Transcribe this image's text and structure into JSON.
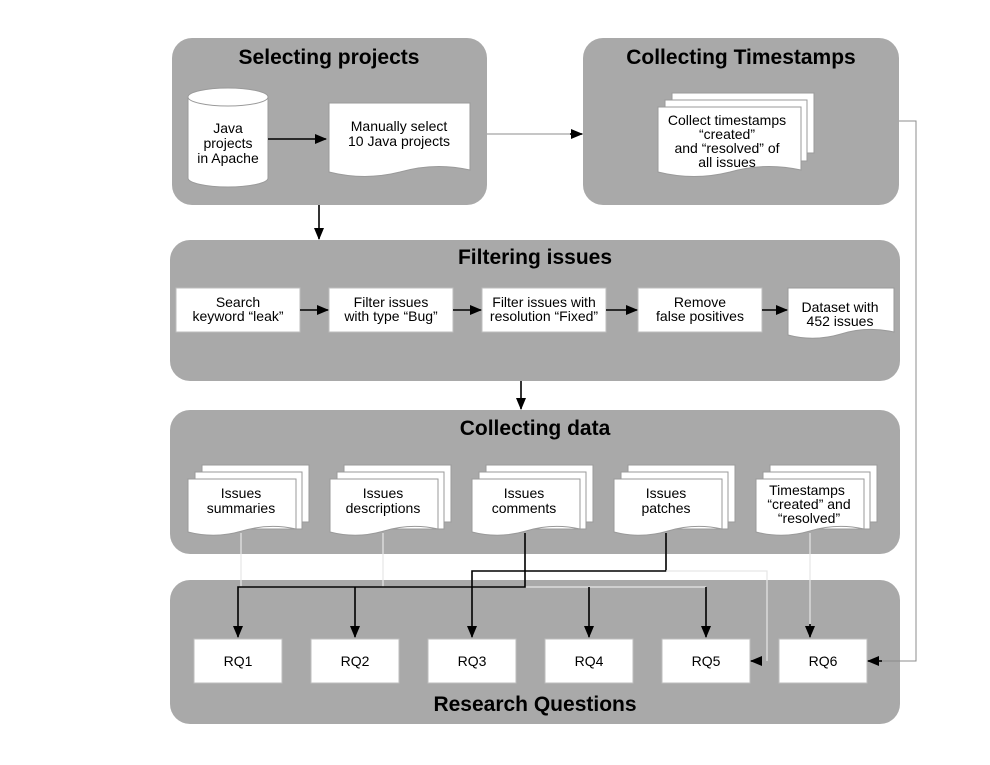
{
  "panels": {
    "selecting": {
      "title": "Selecting projects",
      "cylinder": [
        "Java",
        "projects",
        "in Apache"
      ],
      "manual": [
        "Manually select",
        "10 Java projects"
      ]
    },
    "timestamps": {
      "title": "Collecting Timestamps",
      "doc": [
        "Collect timestamps",
        "“created”",
        "and “resolved” of",
        "all issues"
      ]
    },
    "filtering": {
      "title": "Filtering issues",
      "steps": [
        [
          "Search",
          "keyword “leak”"
        ],
        [
          "Filter issues",
          "with type “Bug”"
        ],
        [
          "Filter issues with",
          "resolution “Fixed”"
        ],
        [
          "Remove",
          "false positives"
        ]
      ],
      "dataset": [
        "Dataset with",
        "452 issues"
      ]
    },
    "collecting": {
      "title": "Collecting data",
      "docs": [
        [
          "Issues",
          "summaries"
        ],
        [
          "Issues",
          "descriptions"
        ],
        [
          "Issues",
          "comments"
        ],
        [
          "Issues",
          "patches"
        ],
        [
          "Timestamps",
          "“created” and",
          "“resolved”"
        ]
      ]
    },
    "research": {
      "title": "Research Questions",
      "questions": [
        "RQ1",
        "RQ2",
        "RQ3",
        "RQ4",
        "RQ5",
        "RQ6"
      ]
    }
  }
}
